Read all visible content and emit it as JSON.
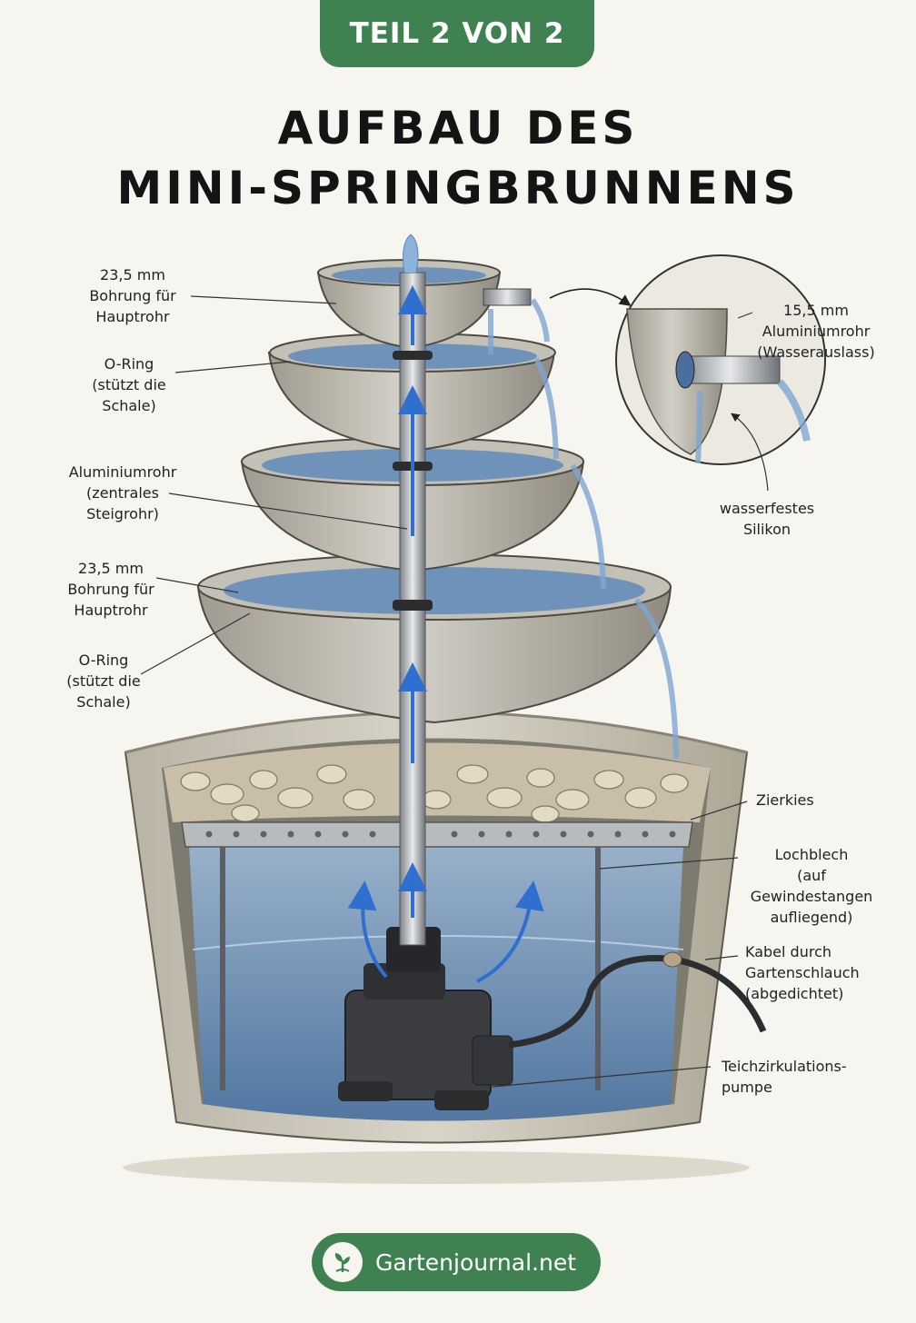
{
  "badge": "TEIL 2 VON 2",
  "title": [
    "AUFBAU DES",
    "MINI-SPRINGBRUNNENS"
  ],
  "labels": {
    "bore_top": "23,5 mm\nBohrung für\nHauptrohr",
    "oring_top": "O-Ring\n(stützt die\nSchale)",
    "alu_pipe": "Aluminiumrohr\n(zentrales\nSteigrohr)",
    "bore_bottom": "23,5 mm\nBohrung für\nHauptrohr",
    "oring_bottom": "O-Ring\n(stützt die\nSchale)",
    "outlet_pipe": "15,5 mm\nAluminiumrohr\n(Wasserauslass)",
    "silicone": "wasserfestes\nSilikon",
    "gravel": "Zierkies",
    "plate": "Lochblech\n(auf Gewindestangen\naufliegend)",
    "cable": "Kabel durch\nGartenschlauch\n(abgedichtet)",
    "pump": "Teichzirkulations-\npumpe"
  },
  "footer": {
    "site": "Gartenjournal.net",
    "icon": "plant-leaf-icon"
  },
  "colors": {
    "brand_green": "#3f8151",
    "water_blue": "#6f93b8",
    "concrete": "#c9c6bd",
    "background": "#f7f5ef"
  }
}
